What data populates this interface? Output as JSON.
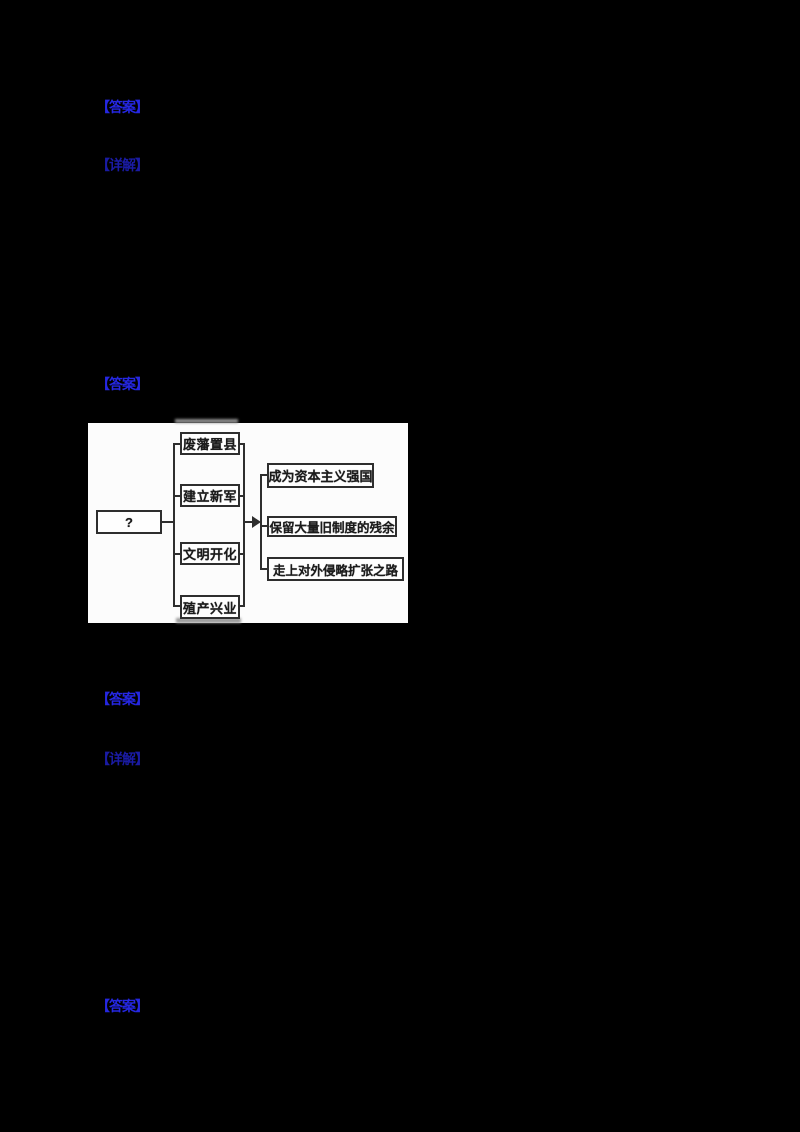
{
  "page": {
    "background": "#000000"
  },
  "labels": [
    {
      "text": "【答案】",
      "color": "#2527e2",
      "kind": "answer"
    },
    {
      "text": "【详解】",
      "color": "#1a1ba4",
      "kind": "explanation"
    },
    {
      "text": "【答案】",
      "color": "#2527e2",
      "kind": "answer"
    },
    {
      "text": "【答案】",
      "color": "#2527e2",
      "kind": "answer"
    },
    {
      "text": "【详解】",
      "color": "#1a1ba4",
      "kind": "explanation"
    },
    {
      "text": "【答案】",
      "color": "#2527e2",
      "kind": "answer"
    }
  ],
  "figure": {
    "description_type": "flowchart",
    "question_box": "?",
    "reform_measures": [
      "废藩置县",
      "建立新军",
      "文明开化",
      "殖产兴业"
    ],
    "outcomes": [
      "成为资本主义强国",
      "保留大量旧制度的残余",
      "走上对外侵略扩张之路"
    ]
  }
}
